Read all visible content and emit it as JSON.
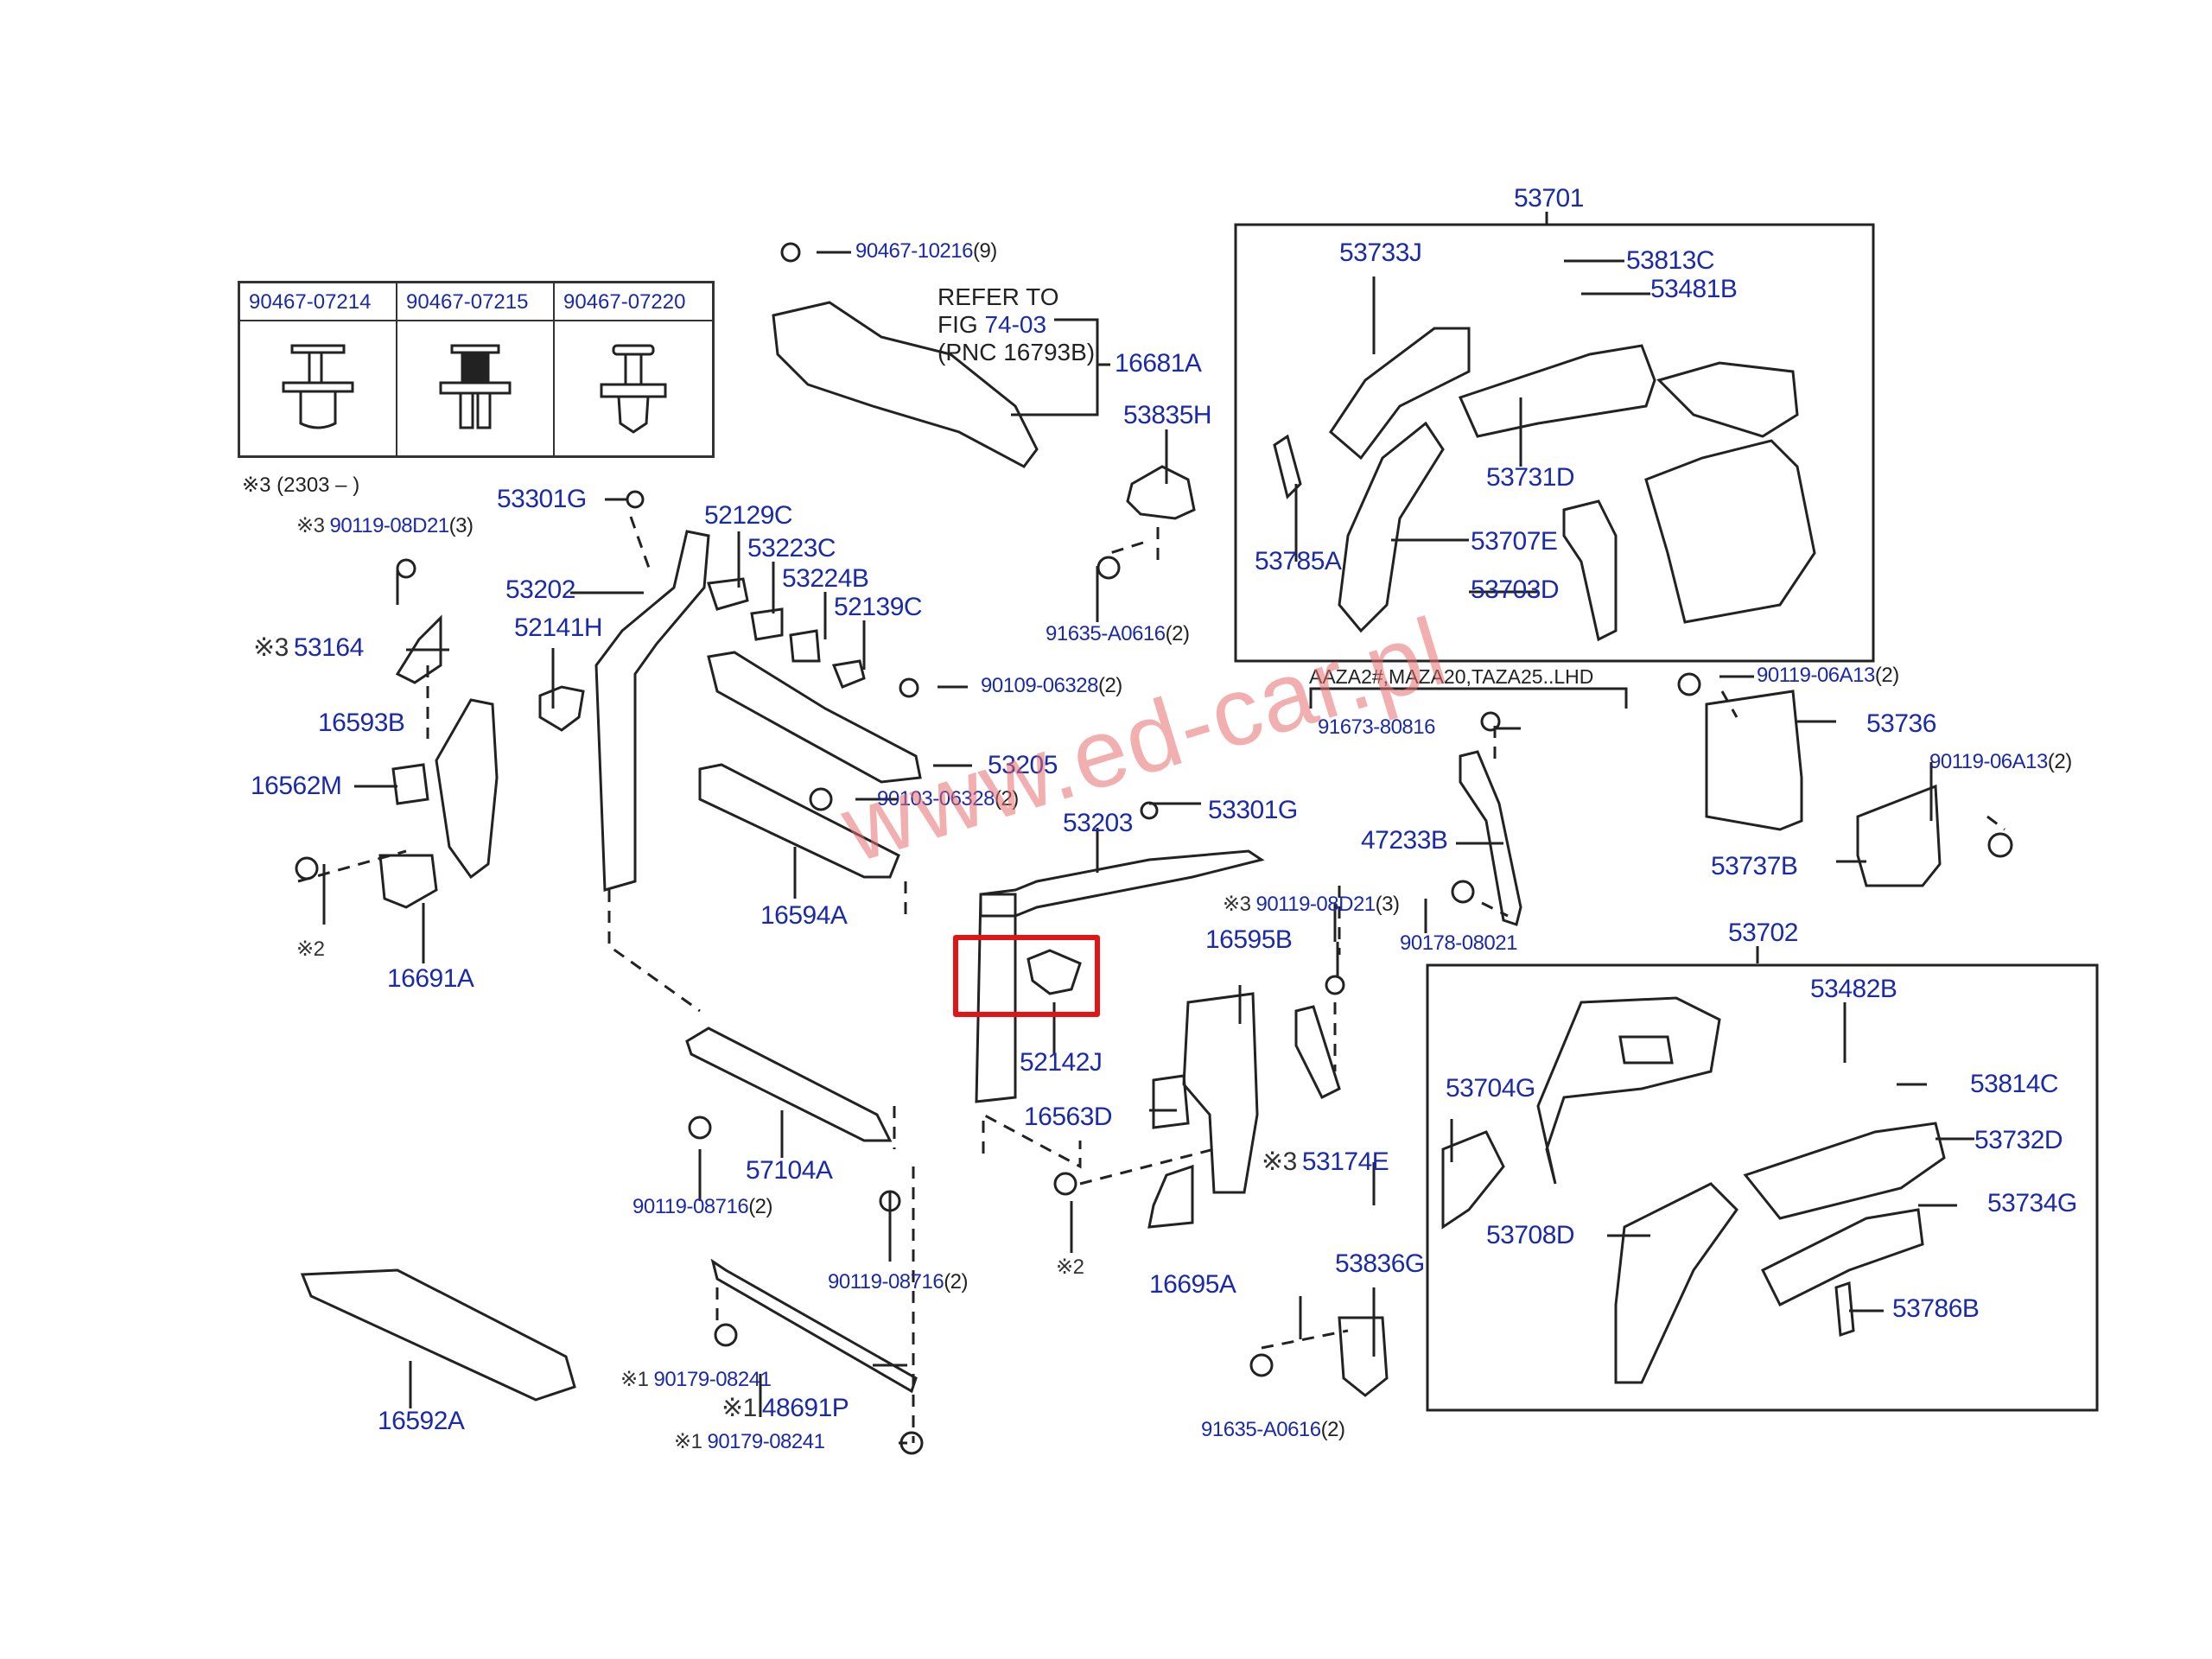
{
  "watermark": "www.ed-car.pl",
  "colors": {
    "label": "#1a2aa8",
    "highlight_box": "#e01515",
    "watermark": "#e86e6e",
    "line": "#222222"
  },
  "clip_table": {
    "headers": [
      "90467-07214",
      "90467-07215",
      "90467-07220"
    ],
    "footnote": "※3 (2303 –       )"
  },
  "notes": {
    "refer_line1": "REFER TO",
    "refer_fig_prefix": "FIG ",
    "refer_fig": "74-03",
    "refer_pnc": "(PNC 16793B)",
    "model_bracket": "AAZA2#,MAZA20,TAZA25..LHD"
  },
  "labels": [
    {
      "id": "90467-10216",
      "text": "90467-10216",
      "qty": "(9)"
    },
    {
      "id": "16681A",
      "text": "16681A"
    },
    {
      "id": "53835H",
      "text": "53835H"
    },
    {
      "id": "91635-A0616-top",
      "text": "91635-A0616",
      "qty": "(2)"
    },
    {
      "id": "53301G-top",
      "text": "53301G"
    },
    {
      "id": "52129C",
      "text": "52129C"
    },
    {
      "id": "53223C",
      "text": "53223C"
    },
    {
      "id": "53224B",
      "text": "53224B"
    },
    {
      "id": "52139C",
      "text": "52139C"
    },
    {
      "id": "53202",
      "text": "53202"
    },
    {
      "id": "52141H",
      "text": "52141H"
    },
    {
      "id": "90119-08D21-left",
      "note": "※3",
      "text": "90119-08D21",
      "qty": "(3)"
    },
    {
      "id": "53164",
      "note": "※3",
      "text": "53164"
    },
    {
      "id": "16593B",
      "text": "16593B"
    },
    {
      "id": "16562M",
      "text": "16562M"
    },
    {
      "id": "note2-left",
      "note": "※2",
      "text": ""
    },
    {
      "id": "16691A",
      "text": "16691A"
    },
    {
      "id": "90109-06328",
      "text": "90109-06328",
      "qty": "(2)"
    },
    {
      "id": "53205",
      "text": "53205"
    },
    {
      "id": "90103-06328",
      "text": "90103-06328",
      "qty": "(2)"
    },
    {
      "id": "16594A",
      "text": "16594A"
    },
    {
      "id": "53203",
      "text": "53203"
    },
    {
      "id": "53301G-mid",
      "text": "53301G"
    },
    {
      "id": "52142J",
      "text": "52142J"
    },
    {
      "id": "57104A",
      "text": "57104A"
    },
    {
      "id": "90119-08716-left",
      "text": "90119-08716",
      "qty": "(2)"
    },
    {
      "id": "90119-08716-right",
      "text": "90119-08716",
      "qty": "(2)"
    },
    {
      "id": "90179-08241-top",
      "note": "※1",
      "text": "90179-08241"
    },
    {
      "id": "48691P",
      "note": "※1",
      "text": "48691P"
    },
    {
      "id": "90179-08241-bottom",
      "note": "※1",
      "text": "90179-08241"
    },
    {
      "id": "16592A",
      "text": "16592A"
    },
    {
      "id": "90119-08D21-mid",
      "note": "※3",
      "text": "90119-08D21",
      "qty": "(3)"
    },
    {
      "id": "16595B",
      "text": "16595B"
    },
    {
      "id": "16563D",
      "text": "16563D"
    },
    {
      "id": "53174E",
      "note": "※3",
      "text": "53174E"
    },
    {
      "id": "note2-mid",
      "note": "※2",
      "text": ""
    },
    {
      "id": "16695A",
      "text": "16695A"
    },
    {
      "id": "53836G",
      "text": "53836G"
    },
    {
      "id": "91635-A0616-bottom",
      "text": "91635-A0616",
      "qty": "(2)"
    },
    {
      "id": "53701",
      "text": "53701"
    },
    {
      "id": "53733J",
      "text": "53733J"
    },
    {
      "id": "53813C",
      "text": "53813C"
    },
    {
      "id": "53481B",
      "text": "53481B"
    },
    {
      "id": "53731D",
      "text": "53731D"
    },
    {
      "id": "53785A",
      "text": "53785A"
    },
    {
      "id": "53707E",
      "text": "53707E"
    },
    {
      "id": "53703D",
      "text": "53703D"
    },
    {
      "id": "91673-80816",
      "text": "91673-80816"
    },
    {
      "id": "47233B",
      "text": "47233B"
    },
    {
      "id": "90178-08021",
      "text": "90178-08021"
    },
    {
      "id": "90119-06A13-top",
      "text": "90119-06A13",
      "qty": "(2)"
    },
    {
      "id": "53736",
      "text": "53736"
    },
    {
      "id": "90119-06A13-right",
      "text": "90119-06A13",
      "qty": "(2)"
    },
    {
      "id": "53737B",
      "text": "53737B"
    },
    {
      "id": "53702",
      "text": "53702"
    },
    {
      "id": "53482B",
      "text": "53482B"
    },
    {
      "id": "53814C",
      "text": "53814C"
    },
    {
      "id": "53704G",
      "text": "53704G"
    },
    {
      "id": "53732D",
      "text": "53732D"
    },
    {
      "id": "53708D",
      "text": "53708D"
    },
    {
      "id": "53734G",
      "text": "53734G"
    },
    {
      "id": "53786B",
      "text": "53786B"
    }
  ],
  "highlighted_part": "52142J"
}
